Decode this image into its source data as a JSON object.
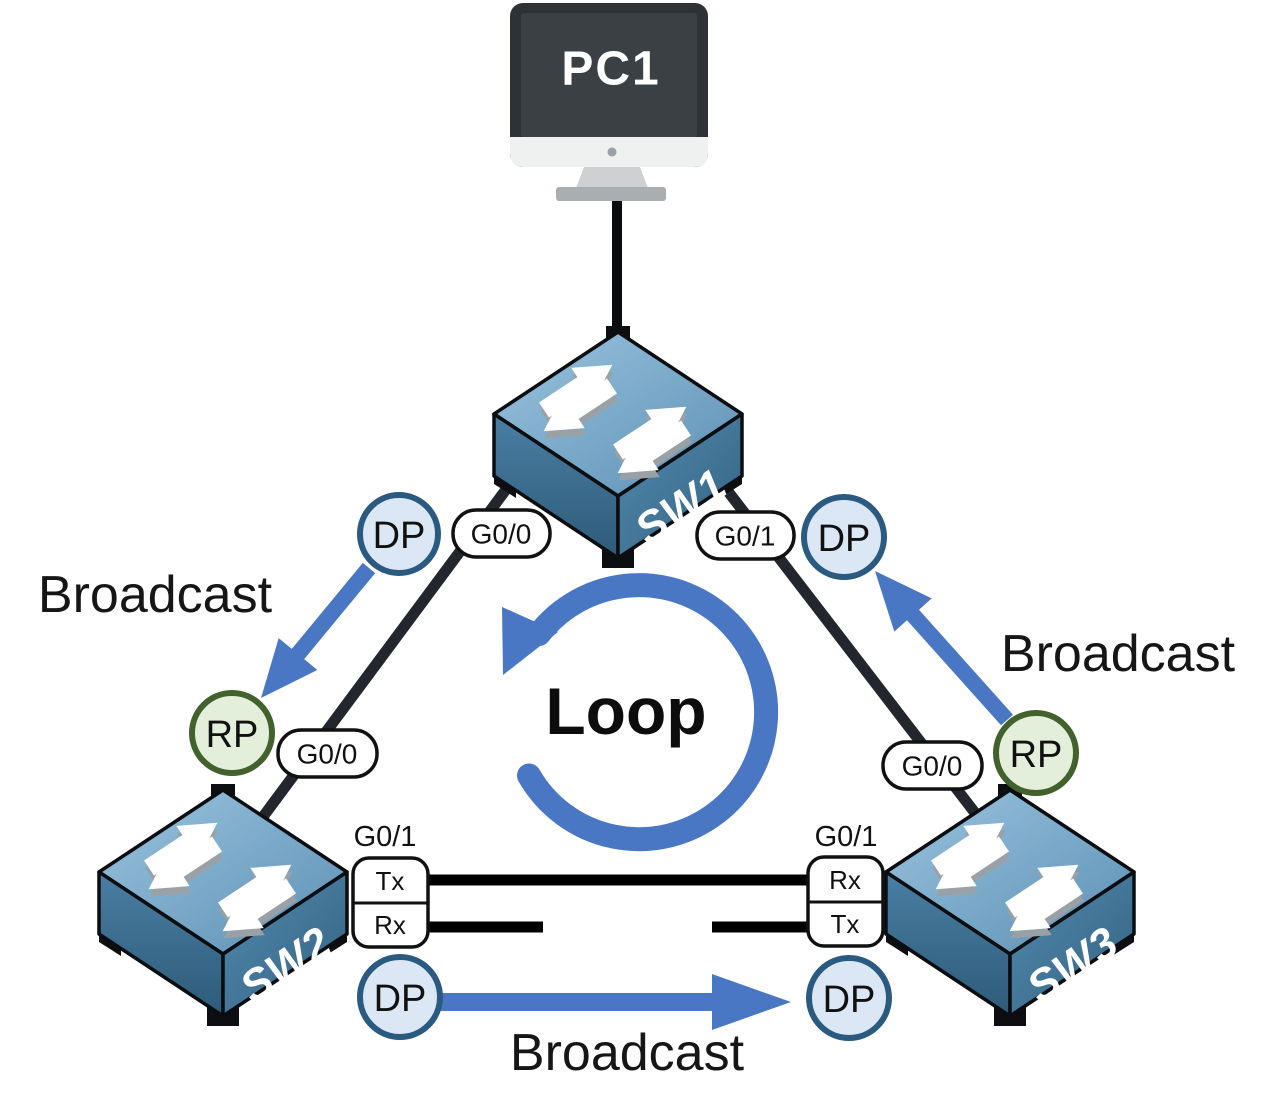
{
  "nodes": {
    "pc1": "PC1",
    "sw1": "SW1",
    "sw2": "SW2",
    "sw3": "SW3"
  },
  "ports": {
    "sw1_g00": "G0/0",
    "sw1_g01": "G0/1",
    "sw2_g00": "G0/0",
    "sw3_g00": "G0/0",
    "sw2_g01": "G0/1",
    "sw3_g01": "G0/1"
  },
  "stp_roles": {
    "sw1_left": "DP",
    "sw1_right": "DP",
    "sw2_uplink": "RP",
    "sw3_uplink": "RP",
    "sw2_bottom": "DP",
    "sw3_bottom": "DP"
  },
  "lanes": {
    "sw2_tx": "Tx",
    "sw2_rx": "Rx",
    "sw3_rx": "Rx",
    "sw3_tx": "Tx"
  },
  "annotations": {
    "loop": "Loop",
    "broadcast_left": "Broadcast",
    "broadcast_right": "Broadcast",
    "broadcast_bottom": "Broadcast"
  },
  "colors": {
    "broadcast_arrow": "#4a77c4",
    "loop_arrow": "#4a77c4",
    "dp_fill": "#dbe7f5",
    "dp_border": "#2b5a80",
    "rp_fill": "#e3efda",
    "rp_border": "#42612c",
    "link": "#000000",
    "uplink": "#23262d"
  }
}
